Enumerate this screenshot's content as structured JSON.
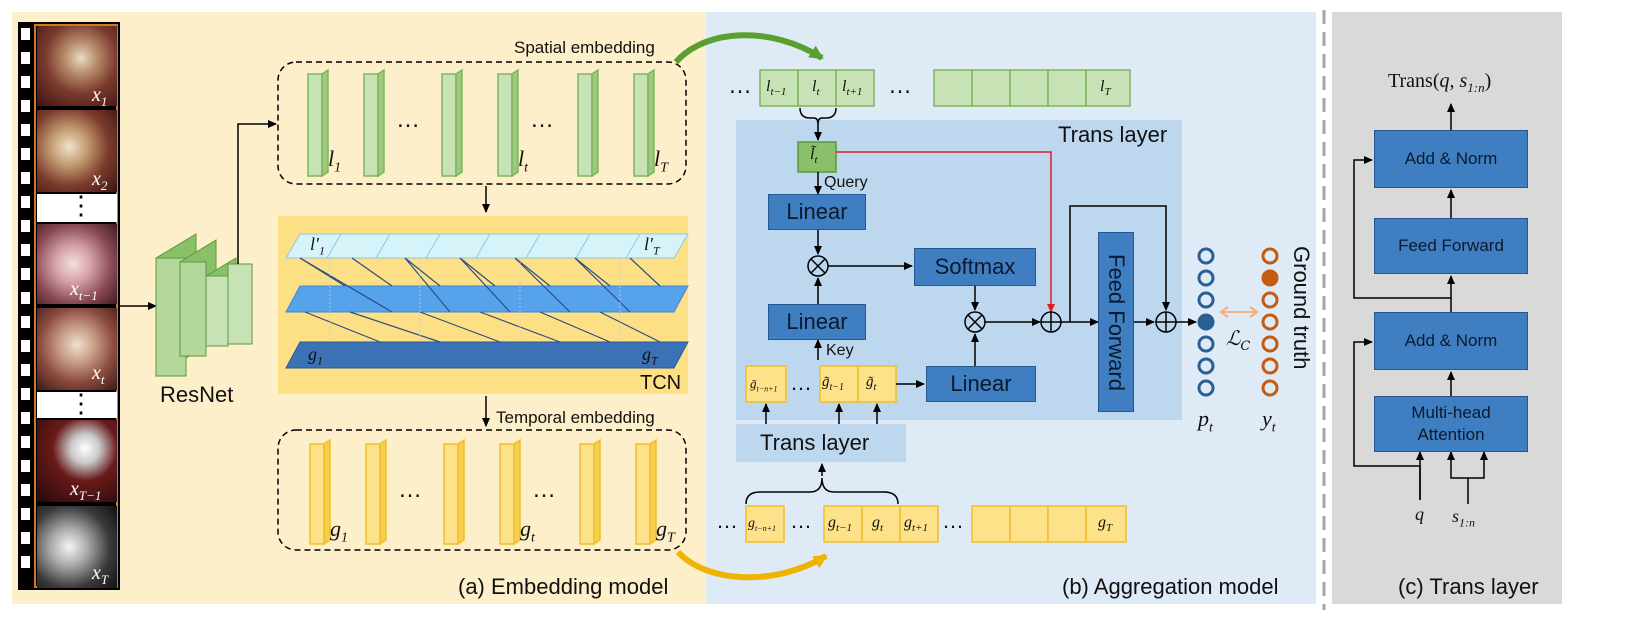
{
  "panels": {
    "a_caption": "(a) Embedding model",
    "b_caption": "(b) Aggregation model",
    "c_caption": "(c) Trans layer"
  },
  "embedding": {
    "frame_labels": [
      "x1",
      "x2",
      "xt−1",
      "xt",
      "xT−1",
      "xT"
    ],
    "dots": "⋮",
    "resnet_label": "ResNet",
    "spatial_label": "Spatial embedding",
    "temporal_label": "Temporal embedding",
    "tcn_label": "TCN",
    "spatial_items": [
      "l1",
      "lt",
      "lT"
    ],
    "temporal_items": [
      "g1",
      "gt",
      "gT"
    ],
    "tcn_top_left": "l′1",
    "tcn_top_right": "l′T",
    "tcn_bottom_left": "g1",
    "tcn_bottom_right": "gT",
    "ellipsis": "…"
  },
  "aggregation": {
    "top_seq": [
      "lt−1",
      "lt",
      "lt+1",
      "lT"
    ],
    "bottom_seq": [
      "gt−n+1",
      "gt−1",
      "gt",
      "gt+1",
      "gT"
    ],
    "query_box": "l̃t",
    "query_label": "Query",
    "key_label": "Key",
    "linear": "Linear",
    "softmax": "Softmax",
    "feed_forward": "Feed Forward",
    "trans_layer": "Trans layer",
    "tilde_g": [
      "g̃t−n+1",
      "g̃t−1",
      "g̃t"
    ],
    "pt_label": "pt",
    "yt_label": "yt",
    "loss_label": "ℒC",
    "ground_truth": "Ground truth"
  },
  "trans": {
    "title": "Trans(q, s1:n)",
    "add_norm": "Add & Norm",
    "feed_forward": "Feed Forward",
    "mha_line1": "Multi-head",
    "mha_line2": "Attention",
    "q_label": "q",
    "s_label": "s1:n"
  },
  "colors": {
    "panel_a_bg": "#fdefc9",
    "panel_b_bg": "#deeaf6",
    "panel_c_bg": "#d9d9d9",
    "green_fill": "#c7e3b5",
    "green_stroke": "#7eb65a",
    "yellow_fill": "#fde28a",
    "yellow_stroke": "#f0be2a",
    "blue_box": "#3f7fc1",
    "trans_region": "#bdd7ee",
    "film_border": "#d07828"
  }
}
